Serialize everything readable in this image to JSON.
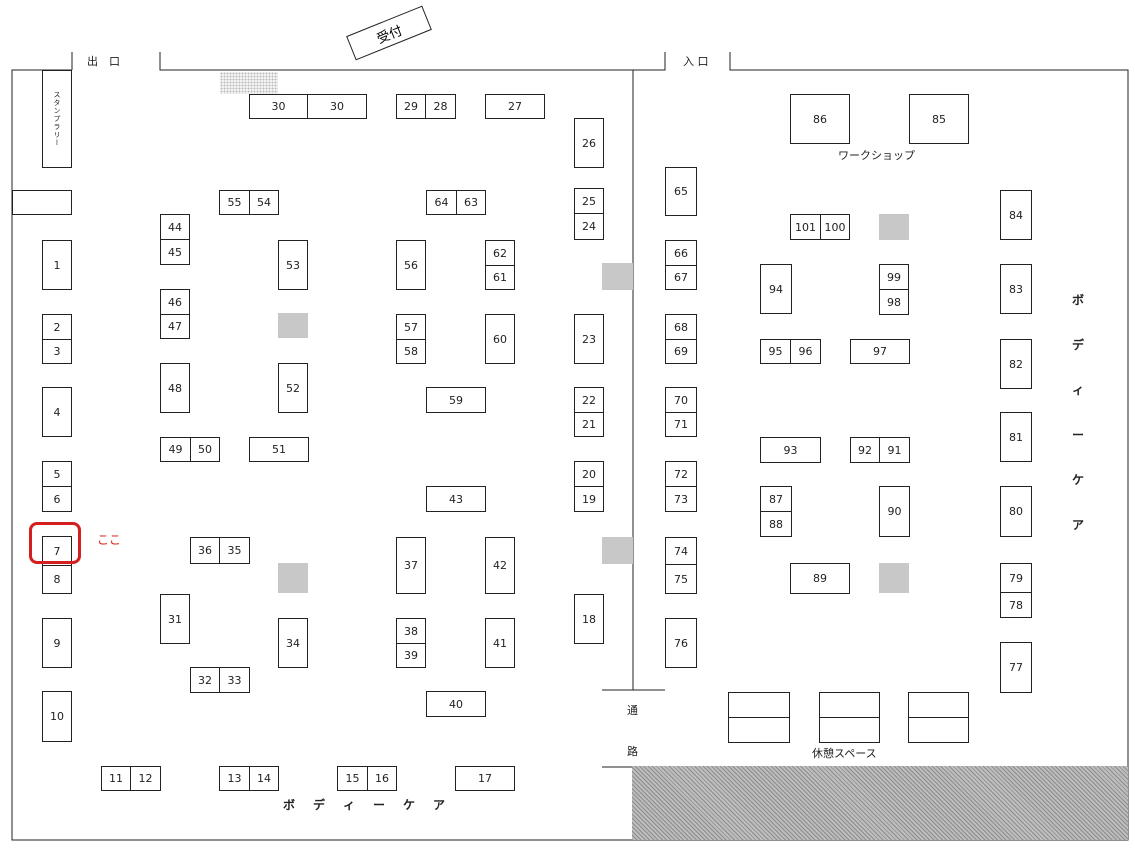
{
  "labels": {
    "exit": "出　口",
    "entrance": "入 口",
    "reception": "受付",
    "stamp_rally": "スタンプラリー",
    "workshop": "ワークショップ",
    "rest_space": "休憩スペース",
    "passage_top": "通",
    "passage_bottom": "路",
    "you_are_here": "ここ",
    "body_care_bottom": [
      "ボ",
      "デ",
      "ィ",
      "ー",
      "ケ",
      "ア"
    ],
    "body_care_right": [
      "ボ",
      "デ",
      "ィ",
      "ー",
      "ケ",
      "ア"
    ]
  },
  "booths": [
    {
      "label": "30"
    },
    {
      "label": "30"
    },
    {
      "label": "29"
    },
    {
      "label": "28"
    },
    {
      "label": "27"
    },
    {
      "label": "26"
    },
    {
      "label": "25"
    },
    {
      "label": "24"
    },
    {
      "label": "55"
    },
    {
      "label": "54"
    },
    {
      "label": "64"
    },
    {
      "label": "63"
    },
    {
      "label": "44"
    },
    {
      "label": "45"
    },
    {
      "label": "1"
    },
    {
      "label": "53"
    },
    {
      "label": "56"
    },
    {
      "label": "62"
    },
    {
      "label": "61"
    },
    {
      "label": "46"
    },
    {
      "label": "47"
    },
    {
      "label": "2"
    },
    {
      "label": "3"
    },
    {
      "label": "57"
    },
    {
      "label": "58"
    },
    {
      "label": "60"
    },
    {
      "label": "23"
    },
    {
      "label": "48"
    },
    {
      "label": "52"
    },
    {
      "label": "4"
    },
    {
      "label": "59"
    },
    {
      "label": "22"
    },
    {
      "label": "21"
    },
    {
      "label": "49"
    },
    {
      "label": "50"
    },
    {
      "label": "51"
    },
    {
      "label": "5"
    },
    {
      "label": "6"
    },
    {
      "label": "20"
    },
    {
      "label": "19"
    },
    {
      "label": "43"
    },
    {
      "label": "7"
    },
    {
      "label": "8"
    },
    {
      "label": "36"
    },
    {
      "label": "35"
    },
    {
      "label": "37"
    },
    {
      "label": "42"
    },
    {
      "label": "31"
    },
    {
      "label": "34"
    },
    {
      "label": "38"
    },
    {
      "label": "39"
    },
    {
      "label": "41"
    },
    {
      "label": "18"
    },
    {
      "label": "9"
    },
    {
      "label": "32"
    },
    {
      "label": "33"
    },
    {
      "label": "40"
    },
    {
      "label": "10"
    },
    {
      "label": "11"
    },
    {
      "label": "12"
    },
    {
      "label": "13"
    },
    {
      "label": "14"
    },
    {
      "label": "15"
    },
    {
      "label": "16"
    },
    {
      "label": "17"
    },
    {
      "label": "65"
    },
    {
      "label": "66"
    },
    {
      "label": "67"
    },
    {
      "label": "68"
    },
    {
      "label": "69"
    },
    {
      "label": "70"
    },
    {
      "label": "71"
    },
    {
      "label": "72"
    },
    {
      "label": "73"
    },
    {
      "label": "74"
    },
    {
      "label": "75"
    },
    {
      "label": "76"
    },
    {
      "label": "86"
    },
    {
      "label": "85"
    },
    {
      "label": "101"
    },
    {
      "label": "100"
    },
    {
      "label": "84"
    },
    {
      "label": "94"
    },
    {
      "label": "99"
    },
    {
      "label": "98"
    },
    {
      "label": "83"
    },
    {
      "label": "95"
    },
    {
      "label": "96"
    },
    {
      "label": "97"
    },
    {
      "label": "82"
    },
    {
      "label": "81"
    },
    {
      "label": "93"
    },
    {
      "label": "92"
    },
    {
      "label": "91"
    },
    {
      "label": "87"
    },
    {
      "label": "88"
    },
    {
      "label": "90"
    },
    {
      "label": "80"
    },
    {
      "label": "89"
    },
    {
      "label": "79"
    },
    {
      "label": "78"
    },
    {
      "label": "77"
    },
    {
      "label": ""
    },
    {
      "label": ""
    },
    {
      "label": ""
    },
    {
      "label": ""
    },
    {
      "label": ""
    },
    {
      "label": ""
    }
  ]
}
